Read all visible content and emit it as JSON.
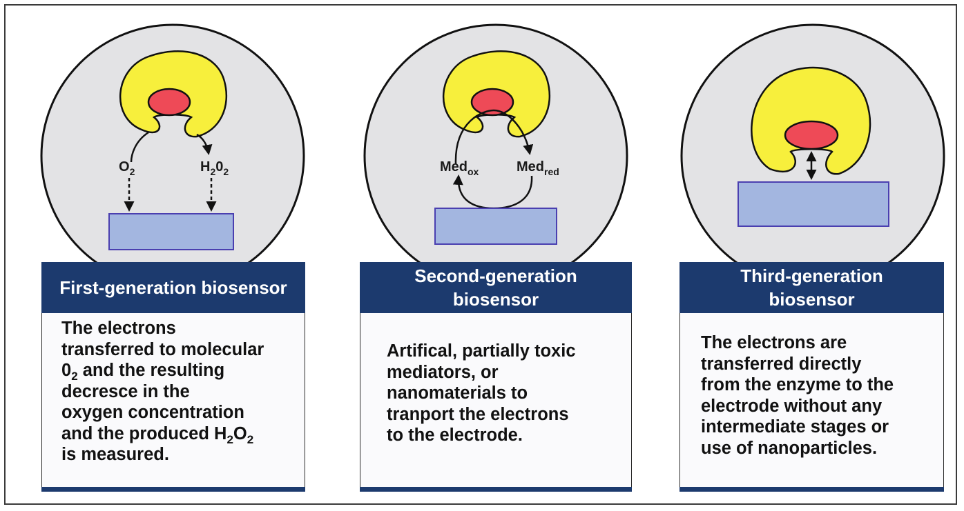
{
  "panels": [
    {
      "title": "First-generation biosensor",
      "labels": {
        "left_main": "O",
        "left_sub": "2",
        "right_main1": "H",
        "right_sub1": "2",
        "right_main2": "0",
        "right_sub2": "2"
      },
      "description": [
        "The electrons",
        "transferred to molecular",
        "0|2| and the resulting",
        "decresce in the",
        "oxygen concentration",
        "and the produced H|2|O|2",
        "is measured."
      ]
    },
    {
      "title_lines": [
        "Second-generation",
        "biosensor"
      ],
      "labels": {
        "left_main": "Med",
        "left_sub": "ox",
        "right_main": "Med",
        "right_sub": "red"
      },
      "description": [
        "Artifical, partially toxic",
        "mediators, or",
        "nanomaterials to",
        "tranport the electrons",
        "to the electrode."
      ]
    },
    {
      "title_lines": [
        "Third-generation",
        "biosensor"
      ],
      "description": [
        "The electrons are",
        "transferred directly",
        "from the enzyme to the",
        "electrode without any",
        "intermediate stages or",
        "use of nanoparticles."
      ]
    }
  ],
  "colors": {
    "enzyme": "#f7ef3c",
    "active_site": "#ee4a57",
    "electrode": "#a3b6e0",
    "electrode_border": "#4a3fb0",
    "circle": "#e3e3e5",
    "title_bg": "#1c3a6e"
  }
}
